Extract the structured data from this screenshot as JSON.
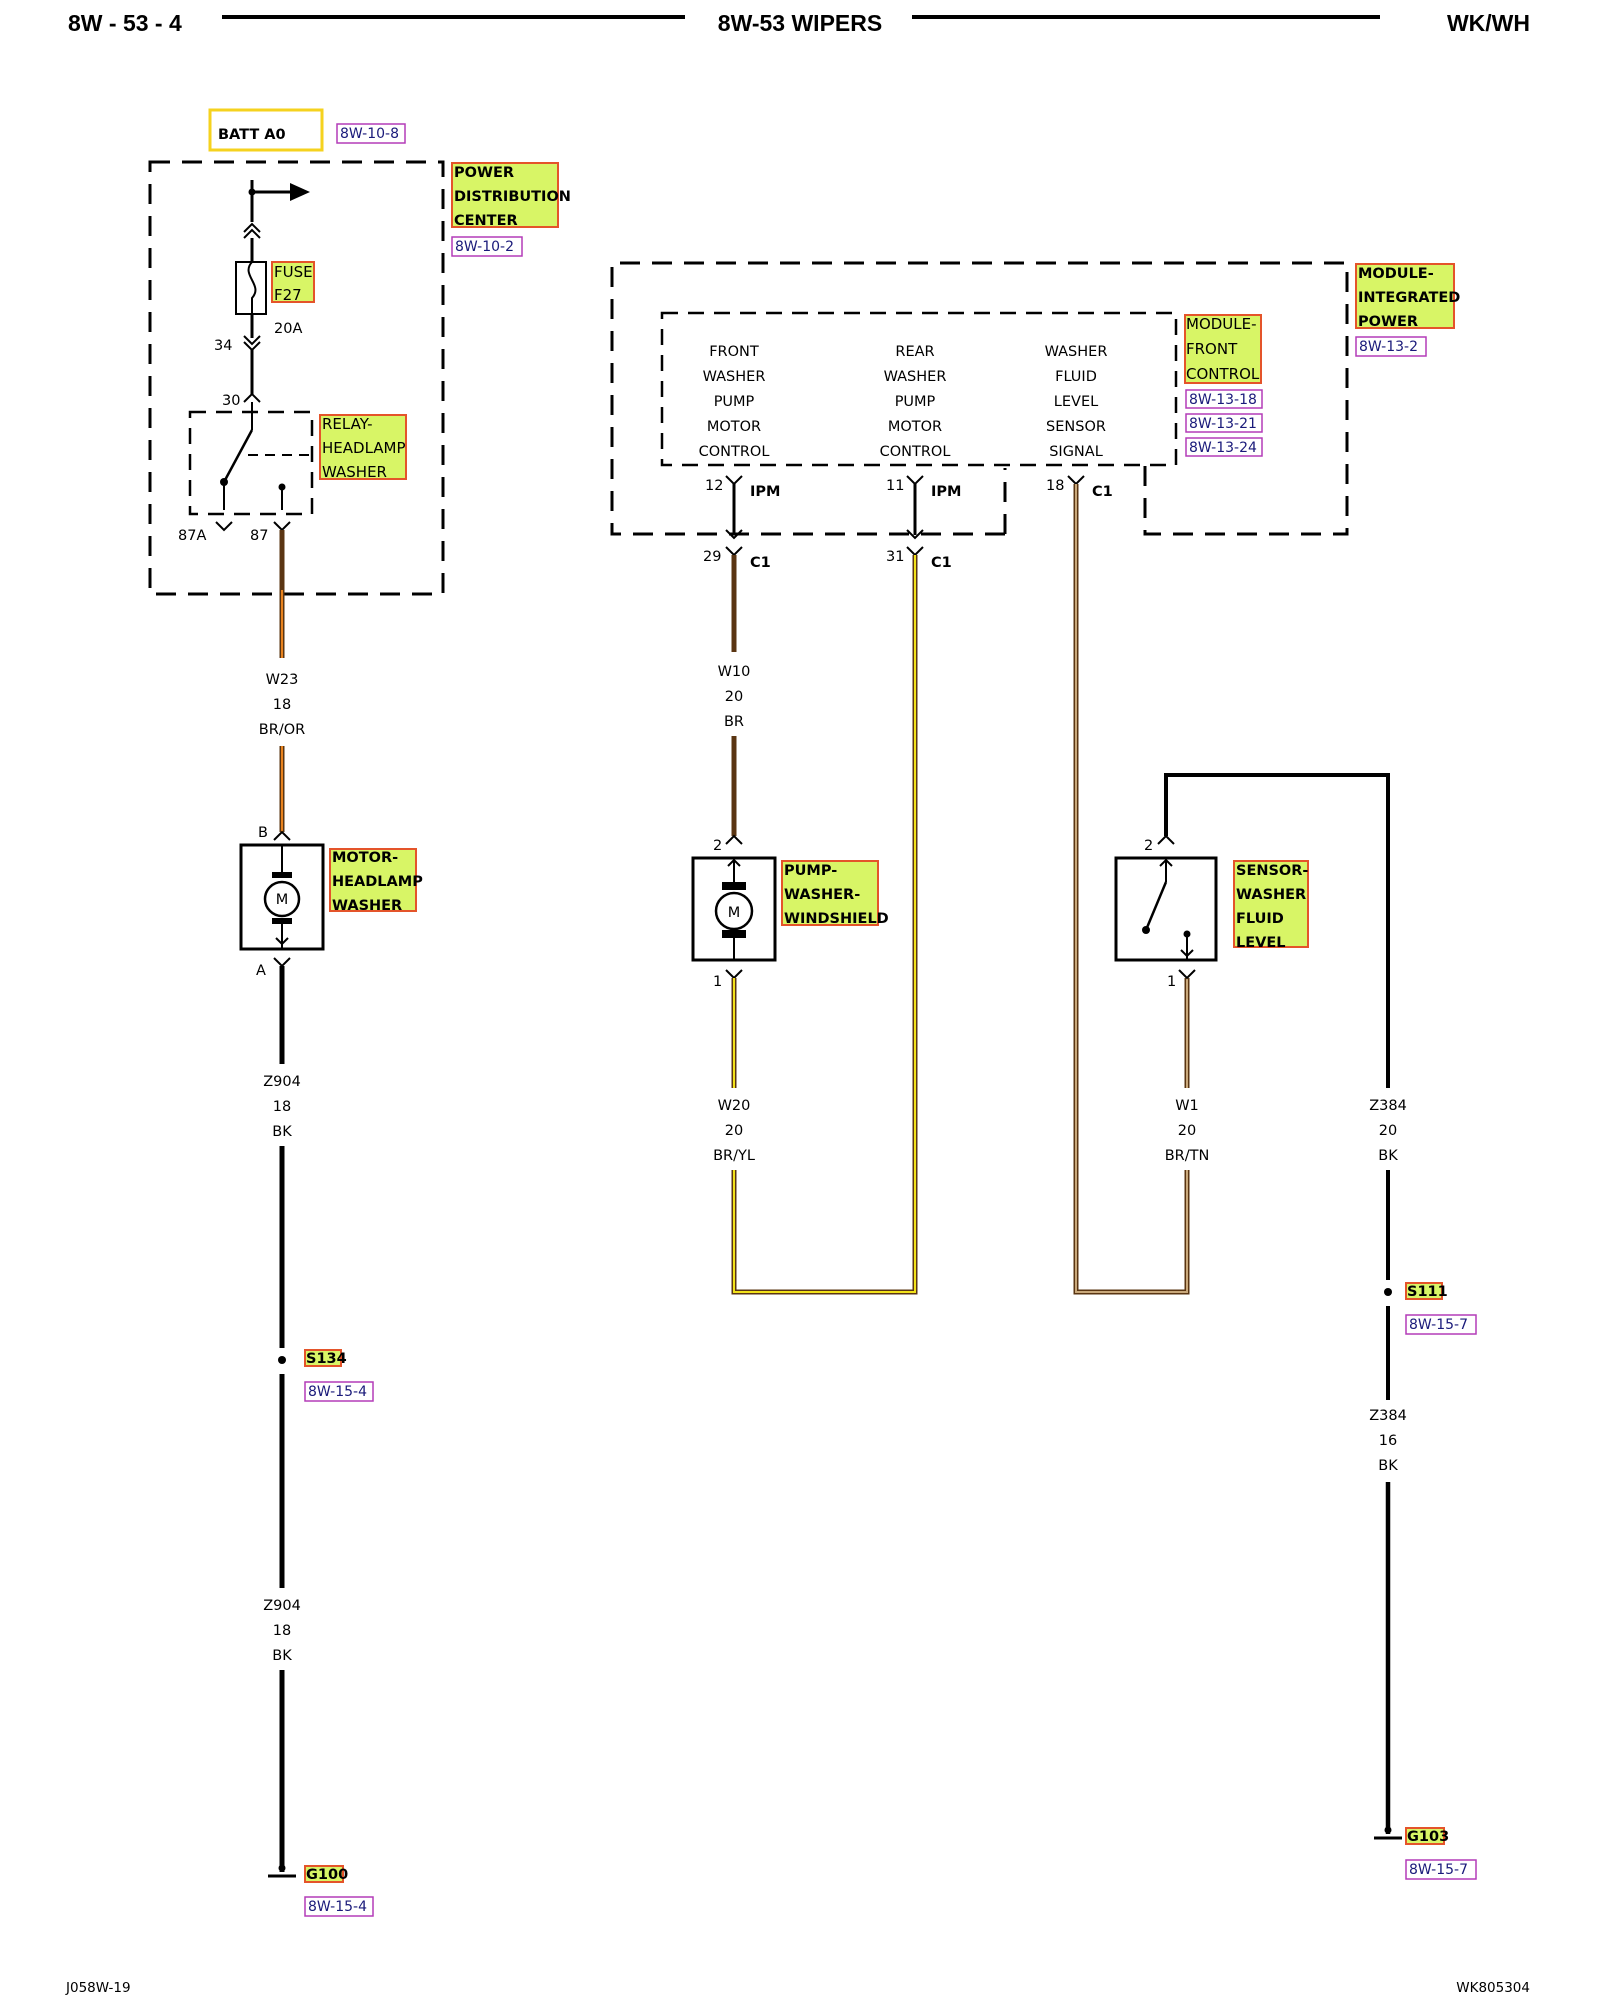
{
  "header": {
    "page_number": "8W - 53 - 4",
    "section_title": "8W-53 WIPERS",
    "vehicle_code": "WK/WH"
  },
  "footer": {
    "left_code": "J058W-19",
    "right_code": "WK805304"
  },
  "power": {
    "batt_label": "BATT A0",
    "batt_ref": "8W-10-8",
    "pdc_label": [
      "POWER",
      "DISTRIBUTION",
      "CENTER"
    ],
    "pdc_ref": "8W-10-2",
    "fuse_label": [
      "FUSE",
      "F27"
    ],
    "fuse_rating": "20A",
    "pin_34": "34",
    "pin_30": "30",
    "relay_label": [
      "RELAY-",
      "HEADLAMP",
      "WASHER"
    ],
    "pin_87a": "87A",
    "pin_87": "87"
  },
  "motor_circuit": {
    "wire_top": [
      "W23",
      "18",
      "BR/OR"
    ],
    "pin_b": "B",
    "motor_label": [
      "MOTOR-",
      "HEADLAMP",
      "WASHER"
    ],
    "motor_symbol": "M",
    "pin_a": "A",
    "wire_mid": [
      "Z904",
      "18",
      "BK"
    ],
    "splice": "S134",
    "splice_ref": "8W-15-4",
    "wire_low": [
      "Z904",
      "18",
      "BK"
    ],
    "ground": "G100",
    "ground_ref": "8W-15-4"
  },
  "module": {
    "ipm_label": [
      "MODULE-",
      "INTEGRATED",
      "POWER"
    ],
    "ipm_ref": "8W-13-2",
    "fcm_label": [
      "MODULE-",
      "FRONT",
      "CONTROL"
    ],
    "fcm_refs": [
      "8W-13-18",
      "8W-13-21",
      "8W-13-24"
    ],
    "functions": [
      [
        "FRONT",
        "WASHER",
        "PUMP",
        "MOTOR",
        "CONTROL"
      ],
      [
        "REAR",
        "WASHER",
        "PUMP",
        "MOTOR",
        "CONTROL"
      ],
      [
        "WASHER",
        "FLUID",
        "LEVEL",
        "SENSOR",
        "SIGNAL"
      ]
    ],
    "pins": [
      {
        "num": "12",
        "conn": "IPM"
      },
      {
        "num": "11",
        "conn": "IPM"
      },
      {
        "num": "18",
        "conn": "C1"
      }
    ],
    "c1_pins": [
      {
        "num": "29",
        "conn": "C1"
      },
      {
        "num": "31",
        "conn": "C1"
      }
    ]
  },
  "pump_circuit": {
    "wire_top": [
      "W10",
      "20",
      "BR"
    ],
    "pin_2": "2",
    "pump_label": [
      "PUMP-",
      "WASHER-",
      "WINDSHIELD"
    ],
    "pump_symbol": "M",
    "pin_1": "1",
    "wire_bottom": [
      "W20",
      "20",
      "BR/YL"
    ]
  },
  "sensor_circuit": {
    "pin_2": "2",
    "sensor_label": [
      "SENSOR-",
      "WASHER",
      "FLUID",
      "LEVEL"
    ],
    "pin_1": "1",
    "wire_bottom": [
      "W1",
      "20",
      "BR/TN"
    ]
  },
  "ground_circuit": {
    "wire_top": [
      "Z384",
      "20",
      "BK"
    ],
    "splice": "S111",
    "splice_ref": "8W-15-7",
    "wire_low": [
      "Z384",
      "16",
      "BK"
    ],
    "ground": "G103",
    "ground_ref": "8W-15-7"
  },
  "wire_colors": {
    "black": "#000000",
    "brown": "#5a3512",
    "orange": "#e8821e",
    "yellow": "#f2e21a",
    "tan": "#c9a87a"
  },
  "highlight_color": "#d8f566"
}
